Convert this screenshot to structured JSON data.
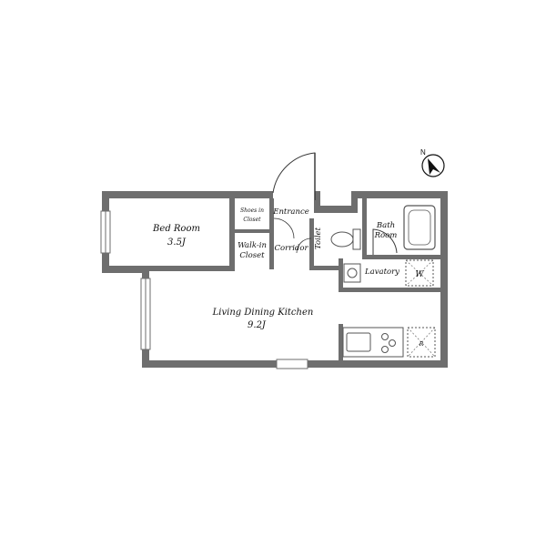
{
  "rooms": {
    "bed_room": {
      "name": "Bed Room",
      "size": "3.5J"
    },
    "ldk": {
      "name": "Living Dining Kitchen",
      "size": "9.2J"
    },
    "shoes_line1": "Shoes in",
    "shoes_line2": "Closet",
    "entrance": "Entrance",
    "walkin_line1": "Walk-in",
    "walkin_line2": "Closet",
    "corridor": "Corridor",
    "toilet": "Toilet",
    "bath_line1": "Bath",
    "bath_line2": "Room",
    "lavatory": "Lavatory",
    "washer": "W",
    "refrigerator": "R"
  },
  "compass": {
    "label": "N"
  },
  "colors": {
    "wall": "#6e6e6e",
    "line": "#3a3a3a",
    "fixture": "#555555"
  }
}
